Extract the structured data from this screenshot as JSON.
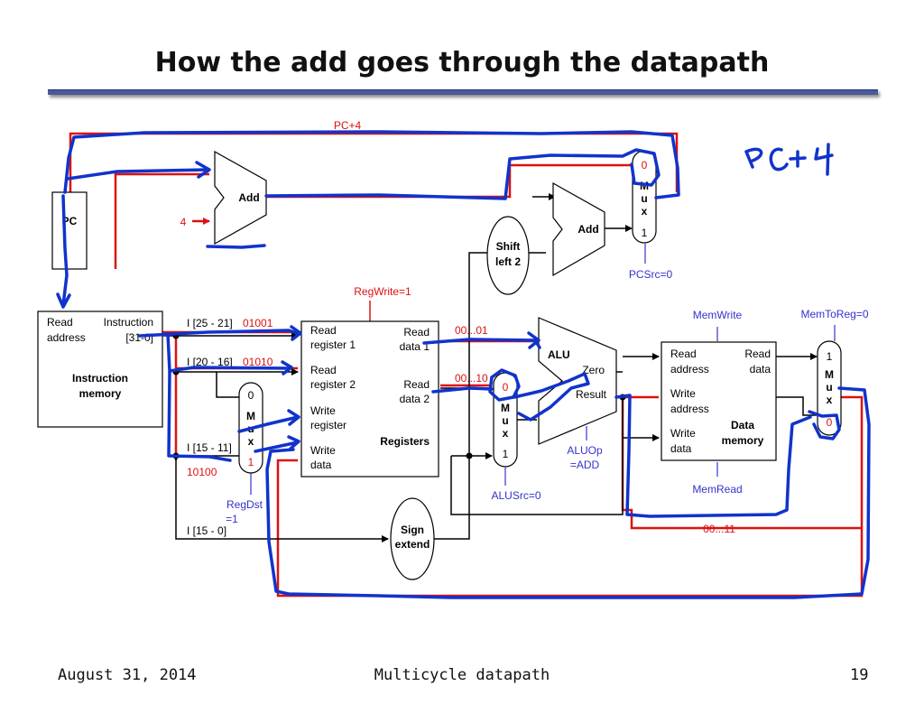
{
  "slide": {
    "title": "How the add goes through the datapath",
    "footer_date": "August 31, 2014",
    "footer_center": "Multicycle datapath",
    "footer_page": "19"
  },
  "diagram": {
    "pc_label": "PC",
    "pc_plus4": "PC+4",
    "pc_plus4_handwritten": "PC+4",
    "add_label": "Add",
    "const_four": "4",
    "shift_left_2_line1": "Shift",
    "shift_left_2_line2": "left 2",
    "instr_mem": {
      "read_address_1": "Read",
      "read_address_2": "address",
      "instruction_1": "Instruction",
      "instruction_2": "[31-0]",
      "name_1": "Instruction",
      "name_2": "memory"
    },
    "fields": {
      "rs": "I [25 - 21]",
      "rs_val": "01001",
      "rt": "I [20 - 16]",
      "rt_val": "01010",
      "rd": "I [15 - 11]",
      "rd_val": "10100",
      "imm": "I [15 - 0]"
    },
    "registers": {
      "read_reg1_a": "Read",
      "read_reg1_b": "register 1",
      "read_reg2_a": "Read",
      "read_reg2_b": "register 2",
      "write_reg_a": "Write",
      "write_reg_b": "register",
      "write_data_a": "Write",
      "write_data_b": "data",
      "read_data1_a": "Read",
      "read_data1_b": "data 1",
      "read_data2_a": "Read",
      "read_data2_b": "data 2",
      "name": "Registers"
    },
    "signals": {
      "regwrite": "RegWrite=1",
      "regdst_a": "RegDst",
      "regdst_b": "=1",
      "alusrc": "ALUSrc=0",
      "aluop_a": "ALUOp",
      "aluop_b": "=ADD",
      "memwrite": "MemWrite",
      "memread": "MemRead",
      "memtoreg": "MemToReg=0",
      "pcsrc": "PCSrc=0"
    },
    "values": {
      "rd1": "00...01",
      "rd2": "00...10",
      "result": "00...11"
    },
    "mux": {
      "m": "M",
      "u": "u",
      "x": "x",
      "zero": "0",
      "one": "1"
    },
    "sign_extend_1": "Sign",
    "sign_extend_2": "extend",
    "alu": {
      "name": "ALU",
      "zero": "Zero",
      "result": "Result"
    },
    "data_mem": {
      "read_address_1": "Read",
      "read_address_2": "address",
      "read_data_1": "Read",
      "read_data_2": "data",
      "write_address_1": "Write",
      "write_address_2": "address",
      "write_data_1": "Write",
      "write_data_2": "data",
      "name_1": "Data",
      "name_2": "memory"
    }
  },
  "colors": {
    "control": "#3333cc",
    "active": "#dd1111",
    "ink": "#1133cc",
    "wire": "#000000"
  }
}
